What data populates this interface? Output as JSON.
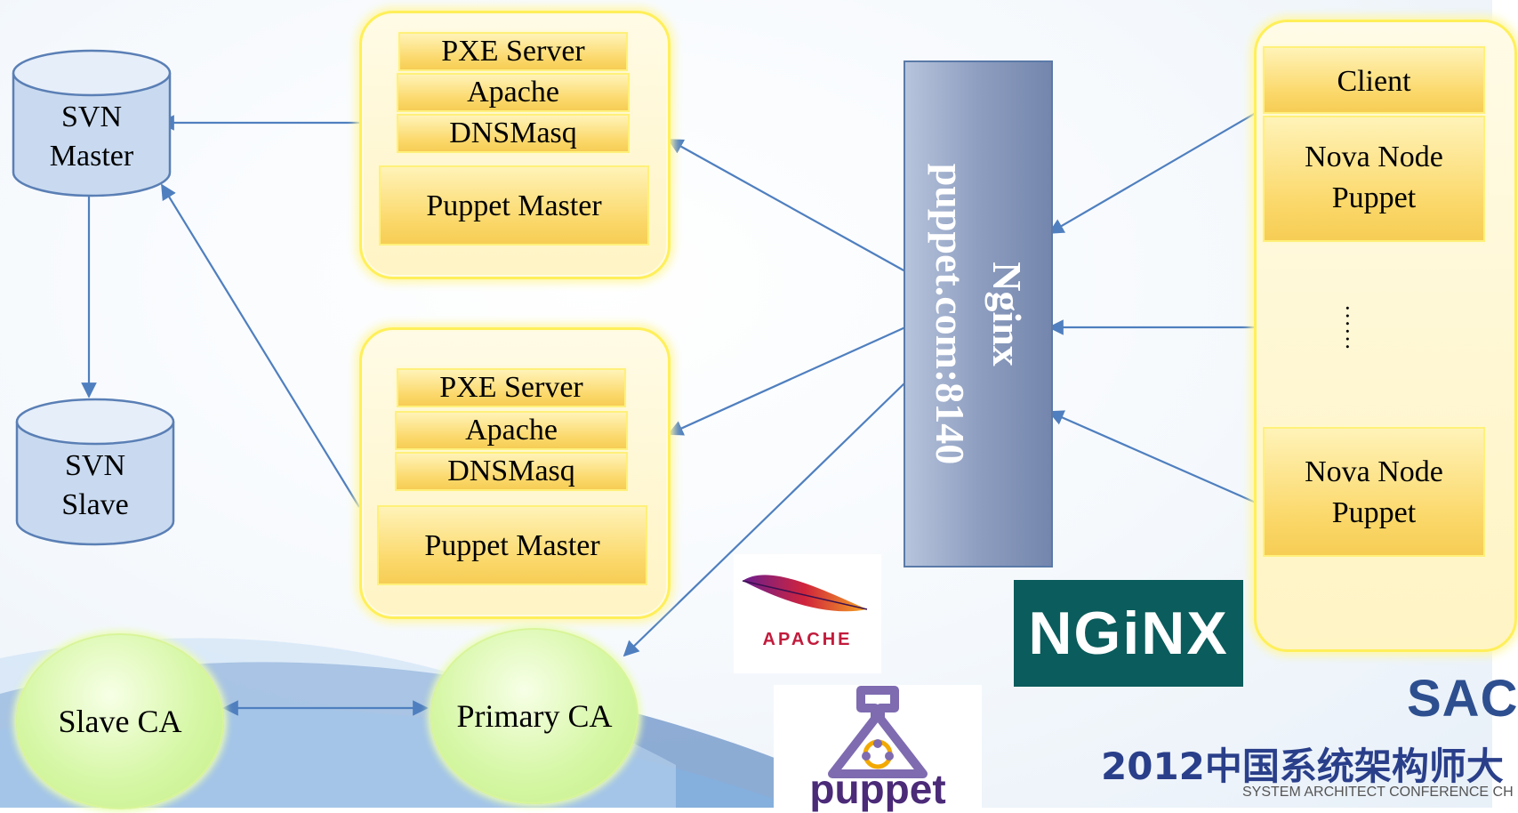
{
  "svn_master": {
    "line1": "SVN",
    "line2": "Master"
  },
  "svn_slave": {
    "line1": "SVN",
    "line2": "Slave"
  },
  "puppet_group_1": {
    "pxe": "PXE Server",
    "apache": "Apache",
    "dnsmasq": "DNSMasq",
    "puppet_master": "Puppet Master"
  },
  "puppet_group_2": {
    "pxe": "PXE Server",
    "apache": "Apache",
    "dnsmasq": "DNSMasq",
    "puppet_master": "Puppet Master"
  },
  "nginx_bar": {
    "line1": "Nginx",
    "line2": "puppet.com:8140"
  },
  "clients": {
    "client": "Client",
    "node1_line1": "Nova Node",
    "node1_line2": "Puppet",
    "ellipsis": "……",
    "node2_line1": "Nova Node",
    "node2_line2": "Puppet"
  },
  "slave_ca": "Slave CA",
  "primary_ca": "Primary CA",
  "logos": {
    "apache": "APACHE",
    "nginx": "NGiNX",
    "puppet": "puppet"
  },
  "conference": {
    "brand": "SAC",
    "title_cn": "2012中国系统架构师大",
    "title_en": "SYSTEM ARCHITECT CONFERENCE CH"
  },
  "colors": {
    "arrow": "#4f7fbf",
    "cylinder_fill": "#d6e4f5",
    "pill_fill": "#f9d668",
    "nginx_bar": "#8798bd",
    "ca_fill": "#d6f7a6"
  }
}
